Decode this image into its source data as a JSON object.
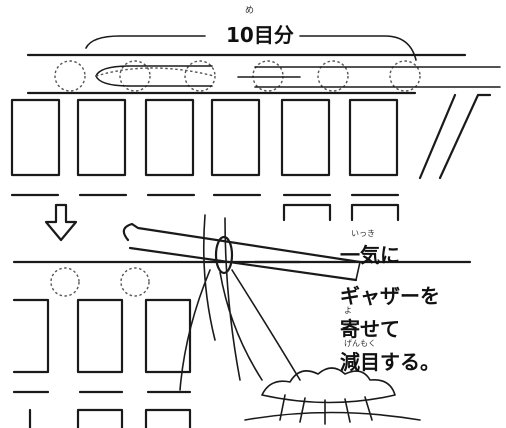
{
  "top_label": "10目分",
  "ruby_top": "め",
  "caption_lines": [
    "一気に",
    "ギャザーを",
    "寄せて",
    "減目する。"
  ],
  "ruby_caption": [
    "いっき",
    "よ",
    "げんもく"
  ]
}
